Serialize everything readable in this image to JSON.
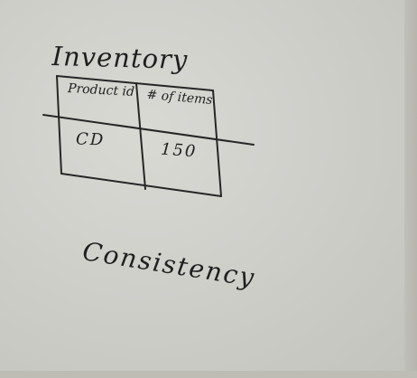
{
  "title": "Inventory",
  "table": {
    "headers": [
      "Product id",
      "# of items"
    ],
    "rows": [
      [
        "CD",
        "150"
      ]
    ]
  },
  "note": "Consistency"
}
